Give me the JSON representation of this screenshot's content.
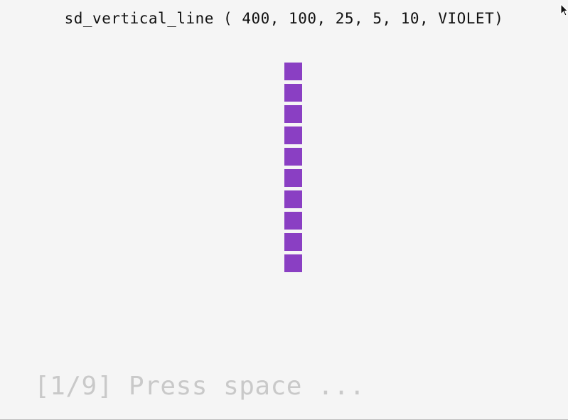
{
  "window": {
    "title": "sd_vertical_line ( 400, 100, 25, 5, 10, VIOLET)"
  },
  "canvas": {
    "square_count": 10,
    "square_color": "#8a3fc3",
    "background_color": "#f5f5f5"
  },
  "footer": {
    "prompt": "[1/9] Press space ..."
  },
  "icons": {
    "cursor": "mouse-pointer-icon"
  }
}
